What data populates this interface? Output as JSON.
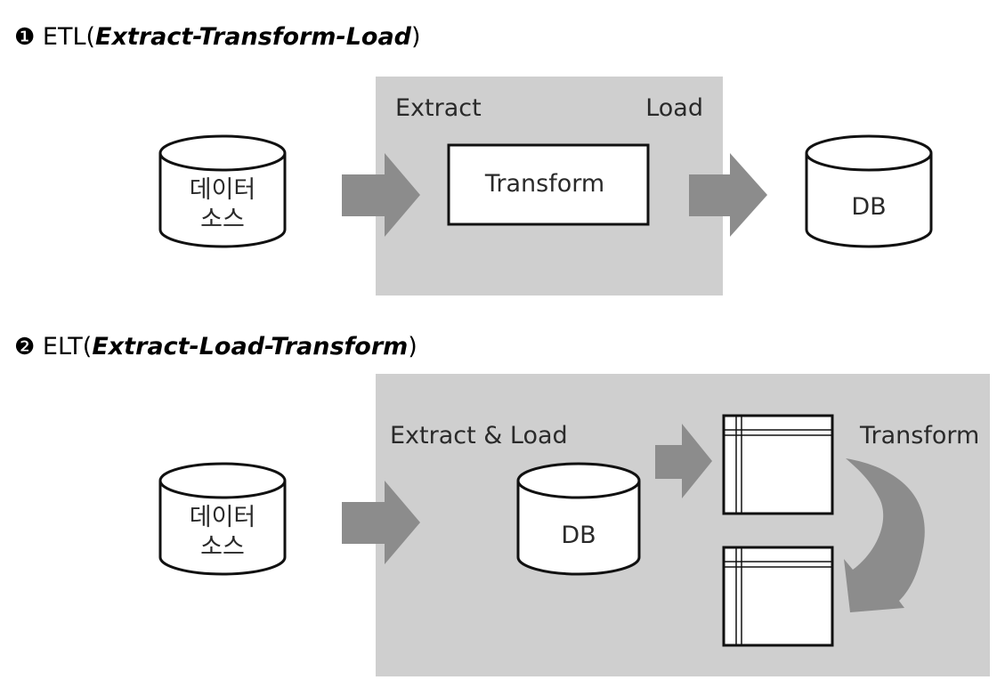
{
  "etl": {
    "heading_marker": "❶",
    "heading_prefix": " ETL(",
    "heading_italic": "Extract-Transform-Load",
    "heading_suffix": ")",
    "source_line1": "데이터",
    "source_line2": "소스",
    "extract_label": "Extract",
    "load_label": "Load",
    "transform_label": "Transform",
    "db_label": "DB"
  },
  "elt": {
    "heading_marker": "❷",
    "heading_prefix": " ELT(",
    "heading_italic": "Extract-Load-Transform",
    "heading_suffix": ")",
    "source_line1": "데이터",
    "source_line2": "소스",
    "extract_load_label": "Extract & Load",
    "db_label": "DB",
    "transform_label": "Transform"
  },
  "colors": {
    "panel": "#cfcfcf",
    "arrow": "#8c8c8c",
    "stroke": "#111111"
  }
}
